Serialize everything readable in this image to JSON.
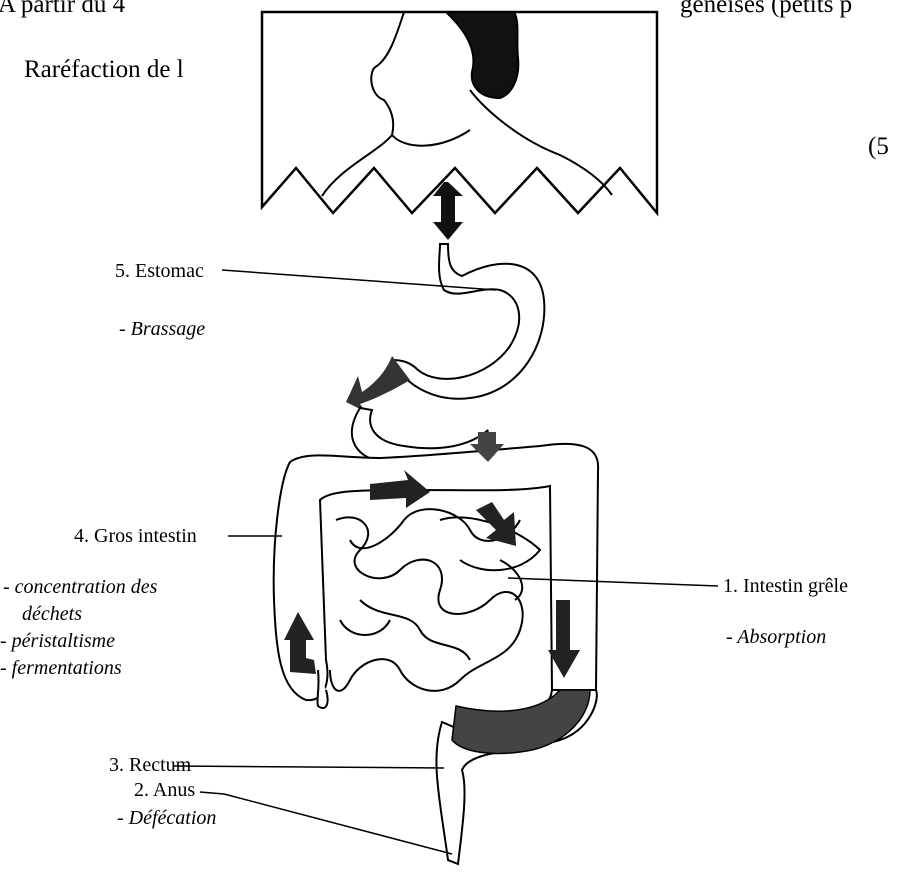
{
  "page_text": {
    "line1_left": "A partir du 4",
    "line1_right": "généisés (petits p",
    "line2_left": "Raréfaction de l",
    "line3_right": "(5"
  },
  "labels": {
    "estomac": {
      "name": "5. Estomac",
      "function": "- Brassage"
    },
    "gros_intestin": {
      "name": "4. Gros intestin",
      "functions": [
        "- concentration des",
        "déchets",
        "- péristaltisme",
        "- fermentations"
      ]
    },
    "intestin_grele": {
      "name": "1. Intestin grêle",
      "function": "- Absorption"
    },
    "rectum": {
      "name": "3. Rectum"
    },
    "anus": {
      "name": "2. Anus",
      "function": "- Défécation"
    }
  }
}
